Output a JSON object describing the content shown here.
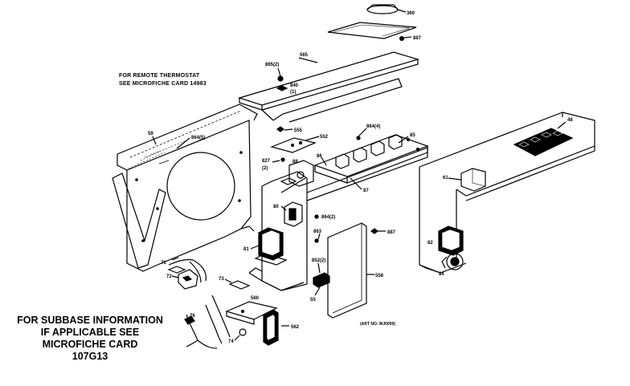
{
  "notes": {
    "remote_line1": "FOR REMOTE THERMOSTAT",
    "remote_line2": "SEE MICROFICHE CARD 14983",
    "subbase_line1": "FOR SUBBASE INFORMATION",
    "subbase_line2": "IF APPLICABLE SEE",
    "subbase_line3": "MICROFICHE CARD",
    "subbase_line4": "107G13",
    "art_no": "(ART NO. WJ0099)"
  },
  "labels": {
    "p360": "360",
    "p887a": "887",
    "p865_2": "865(2)",
    "p565": "565",
    "p840": "840",
    "p840_qty": "(1)",
    "p59": "59",
    "p864_5": "864(5)",
    "p555": "555",
    "p552": "552",
    "p827": "827",
    "p827_qty": "(2)",
    "p864_4": "864(4)",
    "p85": "85",
    "p86": "86",
    "p88": "88",
    "p87": "87",
    "p61": "61",
    "p48": "48",
    "p864_2": "864(2)",
    "p887b": "887",
    "p863": "863",
    "p81": "81",
    "p80": "80",
    "p71": "71",
    "p72": "72",
    "p73": "73",
    "p852": "852(2)",
    "p55": "55",
    "p558": "558",
    "p560": "560",
    "p562": "562",
    "p74": "74",
    "p76": "76",
    "p82": "82",
    "p84": "84"
  }
}
